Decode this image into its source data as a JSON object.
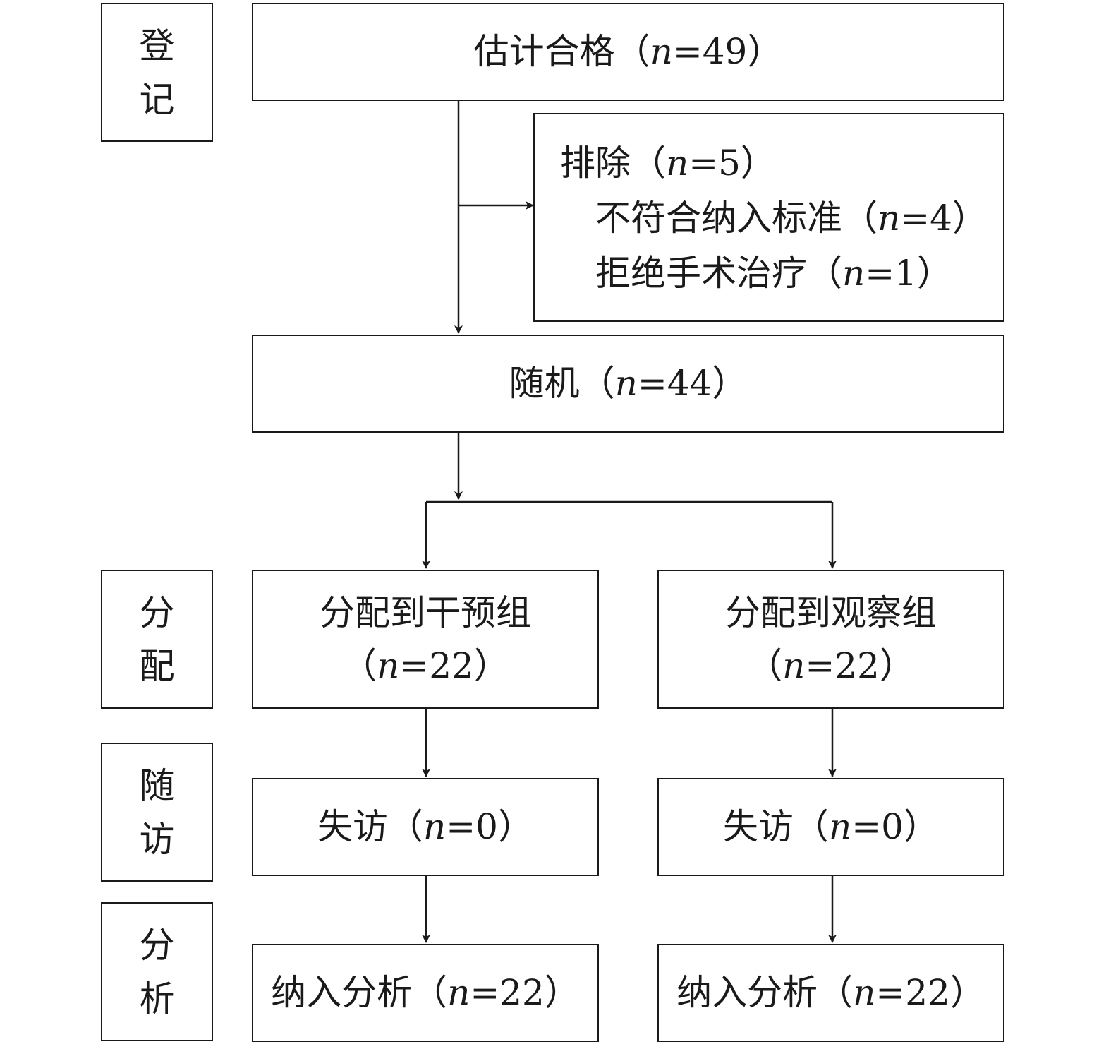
{
  "stages": {
    "enrollment": [
      "登",
      "记"
    ],
    "allocation": [
      "分",
      "配"
    ],
    "followup": [
      "随",
      "访"
    ],
    "analysis": [
      "分",
      "析"
    ]
  },
  "eligible": {
    "label": "估计合格",
    "n": "49"
  },
  "excluded": {
    "label": "排除",
    "n": "5",
    "reasons": [
      {
        "label": "不符合纳入标准",
        "n": "4"
      },
      {
        "label": "拒绝手术治疗",
        "n": "1"
      }
    ]
  },
  "randomized": {
    "label": "随机",
    "n": "44"
  },
  "intervention": {
    "alloc": {
      "label": "分配到干预组",
      "n": "22"
    },
    "lost": {
      "label": "失访",
      "n": "0"
    },
    "analyzed": {
      "label": "纳入分析",
      "n": "22"
    }
  },
  "observation": {
    "alloc": {
      "label": "分配到观察组",
      "n": "22"
    },
    "lost": {
      "label": "失访",
      "n": "0"
    },
    "analyzed": {
      "label": "纳入分析",
      "n": "22"
    }
  },
  "n_symbol": "n",
  "eq": "="
}
